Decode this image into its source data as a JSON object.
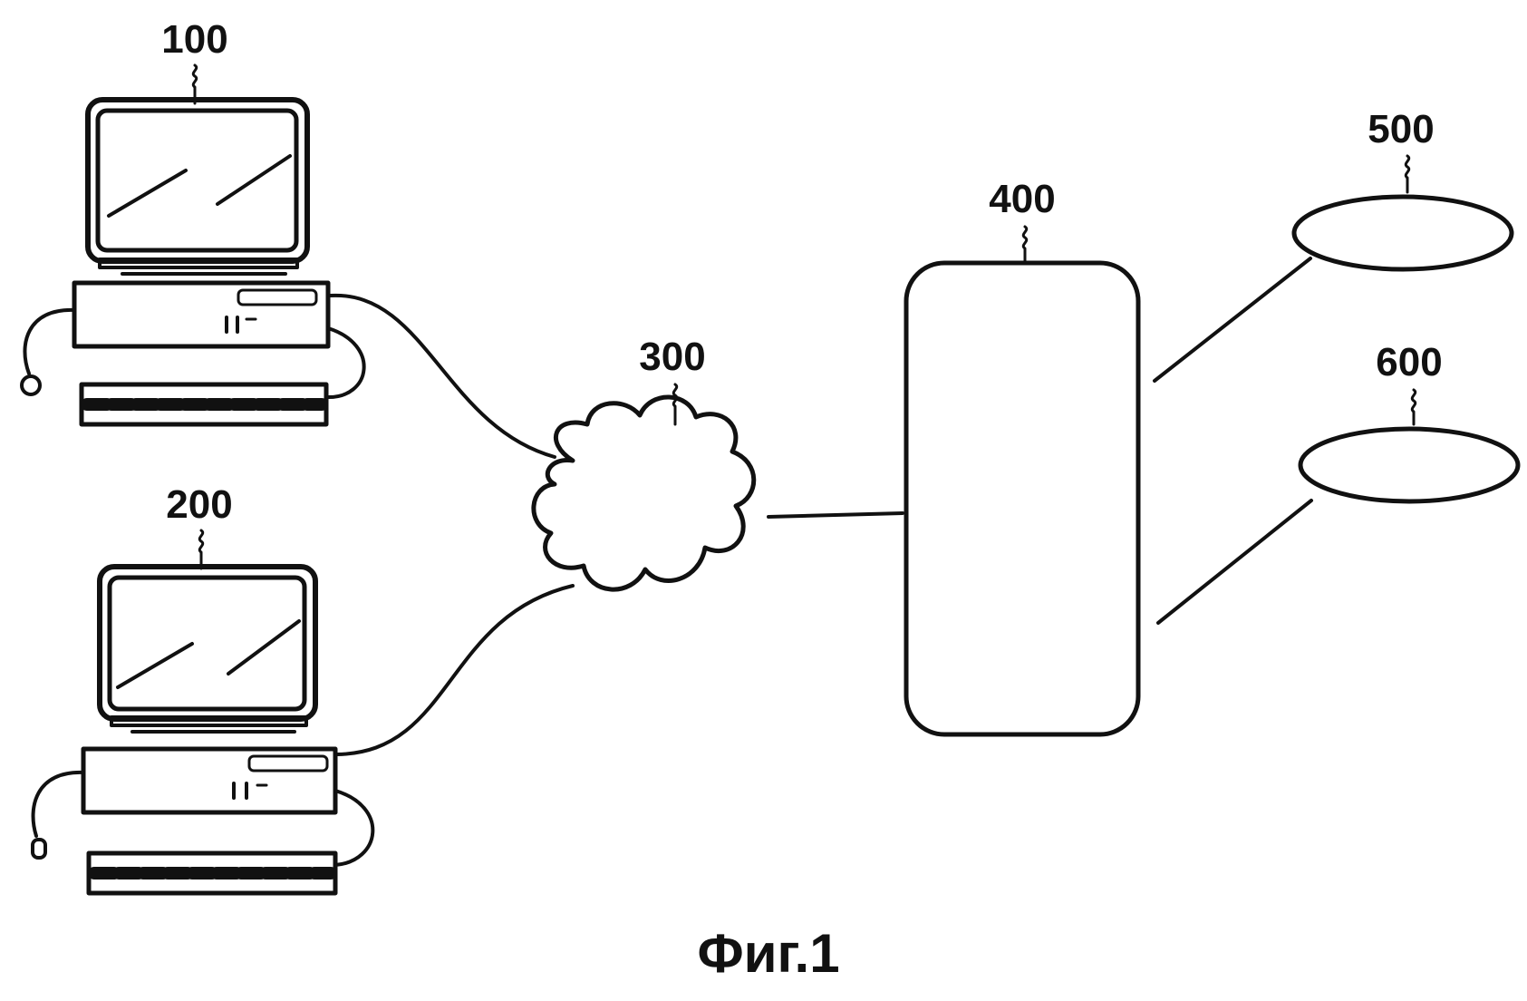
{
  "labels": {
    "computer_1": "100",
    "computer_2": "200",
    "network": "300",
    "server": "400",
    "database_1": "500",
    "database_2": "600"
  },
  "caption": "Фиг.1"
}
